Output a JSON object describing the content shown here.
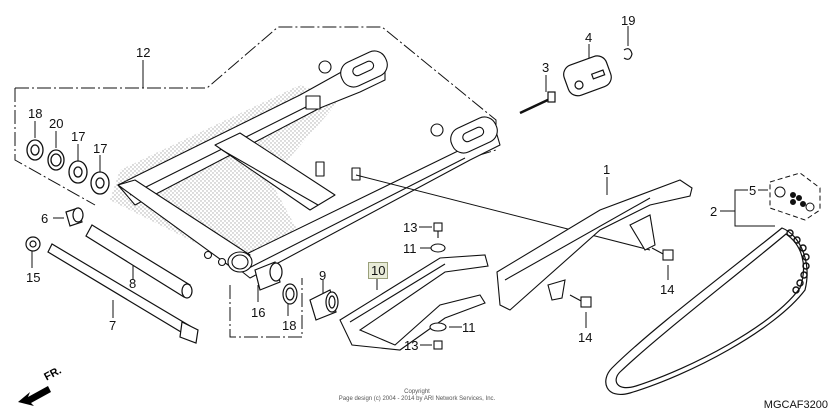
{
  "diagram": {
    "title": "Swingarm / Drive Chain exploded parts diagram",
    "diagram_code": "MGCAF3200",
    "front_indicator": "FR.",
    "copyright_line1": "Copyright",
    "copyright_line2": "Page design (c) 2004 - 2014 by ARI Network Services, Inc.",
    "highlight_color": "#e8ebd8",
    "shading_color": "#b5b5b5",
    "line_color": "#111111",
    "callouts": [
      {
        "id": "c1",
        "number": "1",
        "part": "chain-case"
      },
      {
        "id": "c2",
        "number": "2",
        "part": "drive-chain"
      },
      {
        "id": "c3",
        "number": "3",
        "part": "adjusting-bolt"
      },
      {
        "id": "c4",
        "number": "4",
        "part": "chain-adjuster"
      },
      {
        "id": "c5",
        "number": "5",
        "part": "master-link-joint"
      },
      {
        "id": "c6",
        "number": "6",
        "part": "collar"
      },
      {
        "id": "c7",
        "number": "7",
        "part": "pivot-bolt"
      },
      {
        "id": "c8",
        "number": "8",
        "part": "pivot-collar"
      },
      {
        "id": "c9",
        "number": "9",
        "part": "swingarm-collar"
      },
      {
        "id": "c10",
        "number": "10",
        "part": "chain-slider",
        "highlighted": true
      },
      {
        "id": "c11a",
        "number": "11",
        "part": "washer-upper"
      },
      {
        "id": "c11b",
        "number": "11",
        "part": "washer-lower"
      },
      {
        "id": "c12",
        "number": "12",
        "part": "swingarm-assembly"
      },
      {
        "id": "c13a",
        "number": "13",
        "part": "screw-upper"
      },
      {
        "id": "c13b",
        "number": "13",
        "part": "screw-lower"
      },
      {
        "id": "c14a",
        "number": "14",
        "part": "bolt-case-rear"
      },
      {
        "id": "c14b",
        "number": "14",
        "part": "bolt-case-front"
      },
      {
        "id": "c15",
        "number": "15",
        "part": "pivot-nut"
      },
      {
        "id": "c16",
        "number": "16",
        "part": "needle-bearing"
      },
      {
        "id": "c17a",
        "number": "17",
        "part": "ball-bearing-a"
      },
      {
        "id": "c17b",
        "number": "17",
        "part": "ball-bearing-b"
      },
      {
        "id": "c18a",
        "number": "18",
        "part": "dust-seal-left"
      },
      {
        "id": "c18b",
        "number": "18",
        "part": "dust-seal-right"
      },
      {
        "id": "c19",
        "number": "19",
        "part": "clip"
      },
      {
        "id": "c20",
        "number": "20",
        "part": "circlip"
      }
    ]
  }
}
